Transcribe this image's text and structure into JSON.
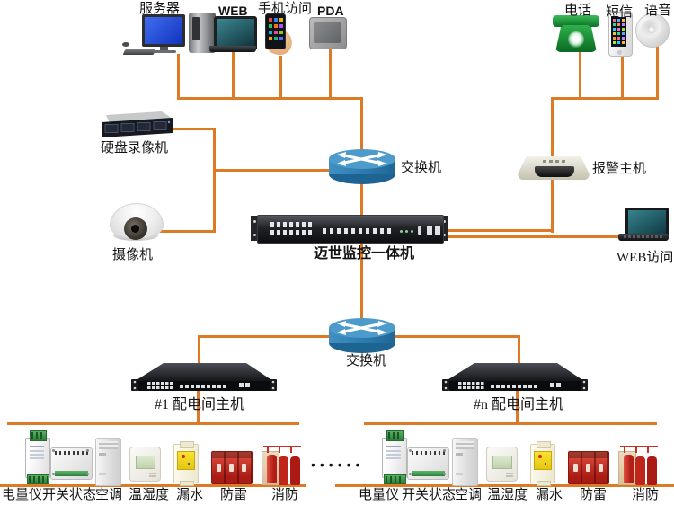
{
  "diagram": {
    "colors": {
      "wire": "#DC7A26",
      "switch_blue": "#2E7FB2",
      "surge_red": "#C5251F",
      "terminal_green": "#2FA24C"
    },
    "top_left_devices": [
      {
        "label": "服务器",
        "icon": "server"
      },
      {
        "label": "WEB",
        "icon": "laptop"
      },
      {
        "label": "手机访问",
        "icon": "mobile-hand"
      },
      {
        "label": "PDA",
        "icon": "tablet"
      }
    ],
    "top_right_devices": [
      {
        "label": "电话",
        "icon": "telephone"
      },
      {
        "label": "短信",
        "icon": "smartphone"
      },
      {
        "label": "语音",
        "icon": "speaker"
      }
    ],
    "nodes": {
      "dvr": "硬盘录像机",
      "camera": "摄像机",
      "switch_top": "交换机",
      "switch_bottom": "交换机",
      "alarm_host": "报警主机",
      "core_unit": "迈世监控一体机",
      "web_access": "WEB访问",
      "host_1": "#1 配电间主机",
      "host_n": "#n 配电间主机"
    },
    "sensor_labels": [
      "电量仪",
      "开关状态",
      "空调",
      "温湿度",
      "漏水",
      "防雷",
      "消防"
    ],
    "ellipsis": "••••••"
  }
}
